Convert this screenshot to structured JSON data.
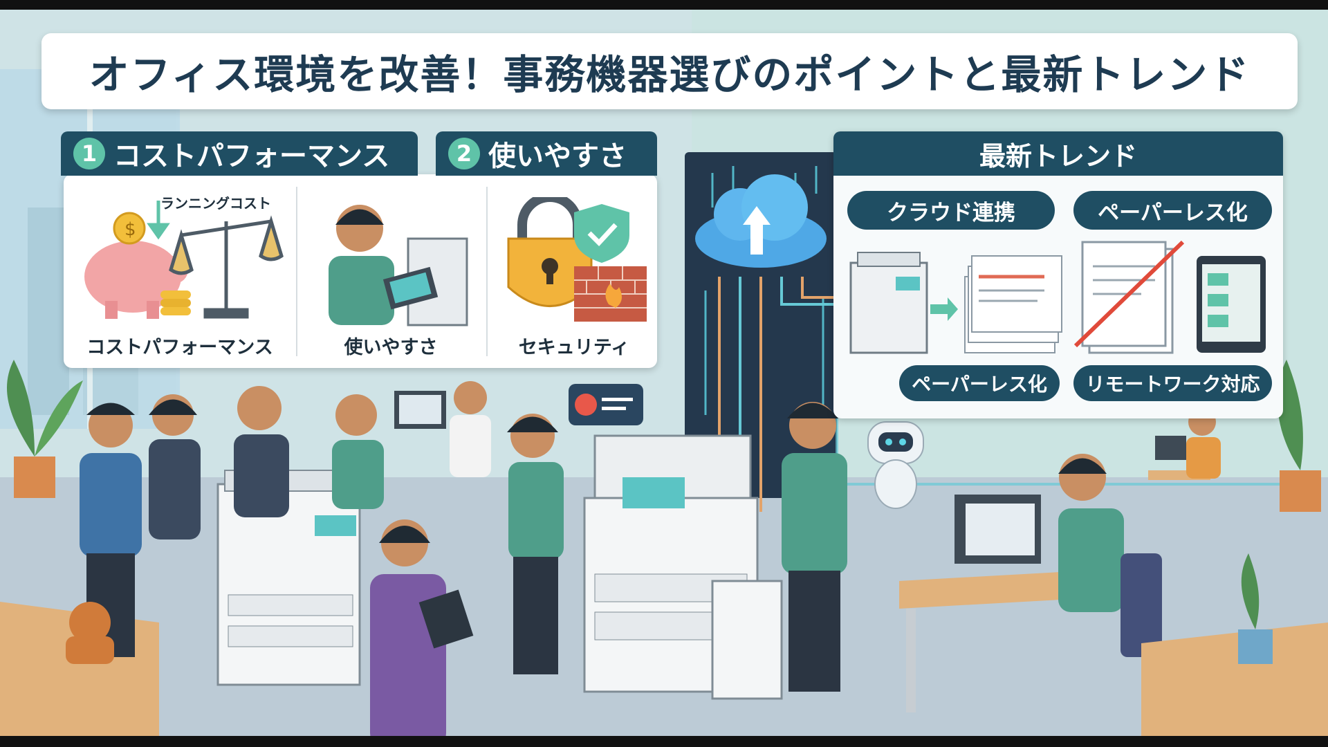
{
  "title": "オフィス環境を改善！事務機器選びのポイントと最新トレンド",
  "points": {
    "tab1": {
      "number": "1",
      "label": "コストパフォーマンス"
    },
    "tab2": {
      "number": "2",
      "label": "使いやすさ"
    },
    "running_cost_label": "ランニングコスト",
    "captions": [
      "コストパフォーマンス",
      "使いやすさ",
      "セキュリティ"
    ]
  },
  "trends": {
    "header": "最新トレンド",
    "pills": [
      "クラウド連携",
      "ペーパーレス化",
      "ペーパーレス化",
      "リモートワーク対応"
    ]
  },
  "colors": {
    "navy": "#1f4e63",
    "teal": "#5fc3a8",
    "wall": "#cfe3e6",
    "floor": "#bccbd6"
  }
}
